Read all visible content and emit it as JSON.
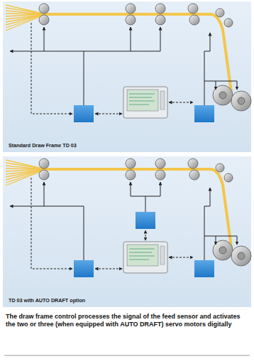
{
  "diagram": {
    "caption": "The draw frame control processes the signal of the feed sensor and activates the two or three (when equipped with AUTO DRAFT) servo motors digitally",
    "nodes": [
      {
        "text": [
          "Standard Draw Frame TD 03"
        ]
      },
      {
        "text": [
          "TD 03 with AUTO DRAFT option"
        ]
      }
    ]
  }
}
